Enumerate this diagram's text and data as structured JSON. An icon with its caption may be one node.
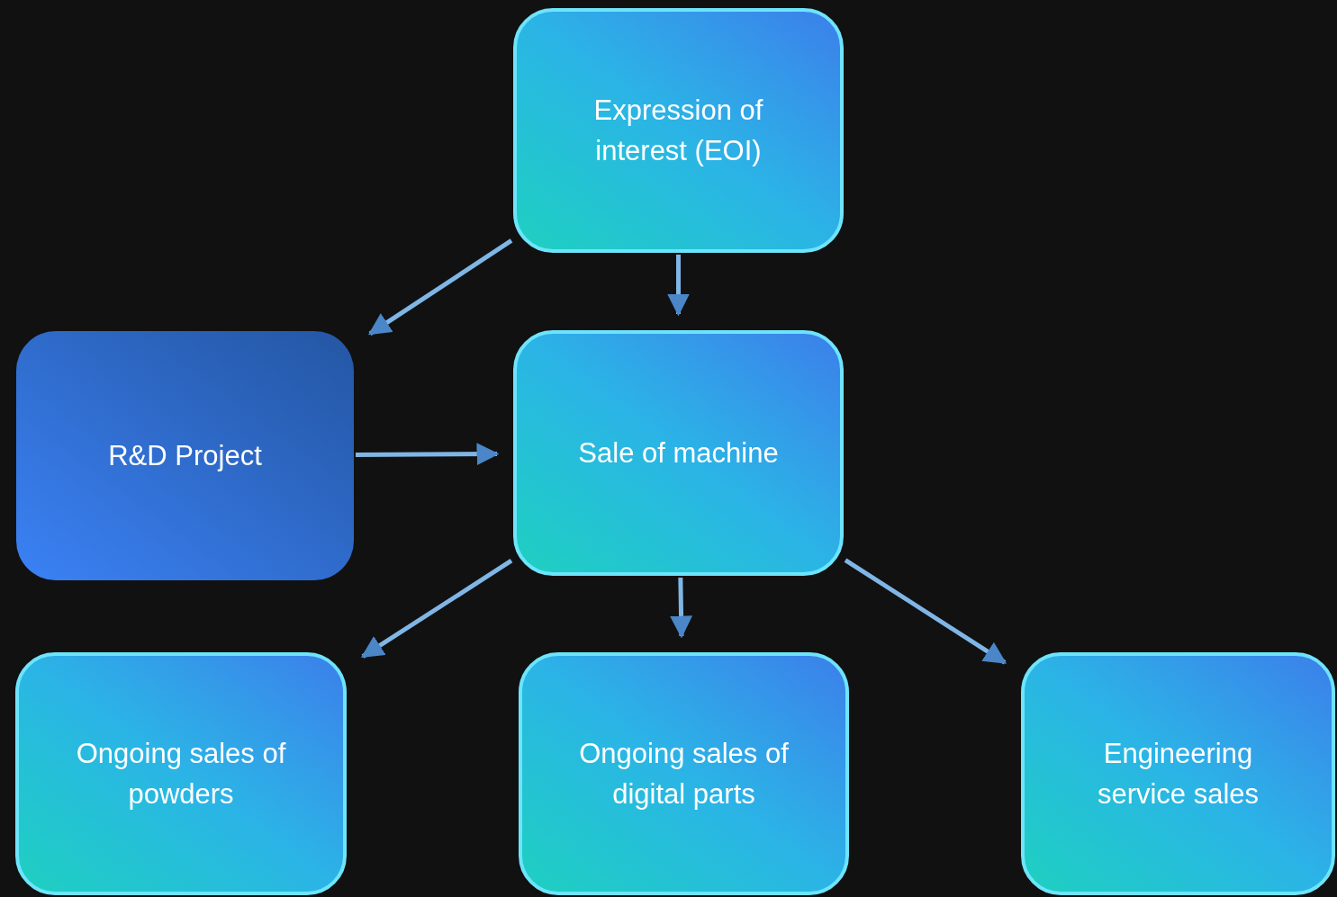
{
  "diagram": {
    "nodes": [
      {
        "text": [
          "Expression of interest (EOI)"
        ]
      },
      {
        "text": [
          "R&D Project"
        ]
      },
      {
        "text": [
          "Sale of machine"
        ]
      },
      {
        "text": [
          "Ongoing sales of powders"
        ]
      },
      {
        "text": [
          "Ongoing sales of digital parts"
        ]
      },
      {
        "text": [
          "Engineering service sales"
        ]
      }
    ],
    "edges": [
      {
        "from": 0,
        "to": 1,
        "arrow": "to"
      },
      {
        "from": 0,
        "to": 2,
        "arrow": "to"
      },
      {
        "from": 1,
        "to": 2,
        "arrow": "to"
      },
      {
        "from": 2,
        "to": 3,
        "arrow": "to"
      },
      {
        "from": 2,
        "to": 4,
        "arrow": "to"
      },
      {
        "from": 2,
        "to": 5,
        "arrow": "to"
      }
    ]
  }
}
